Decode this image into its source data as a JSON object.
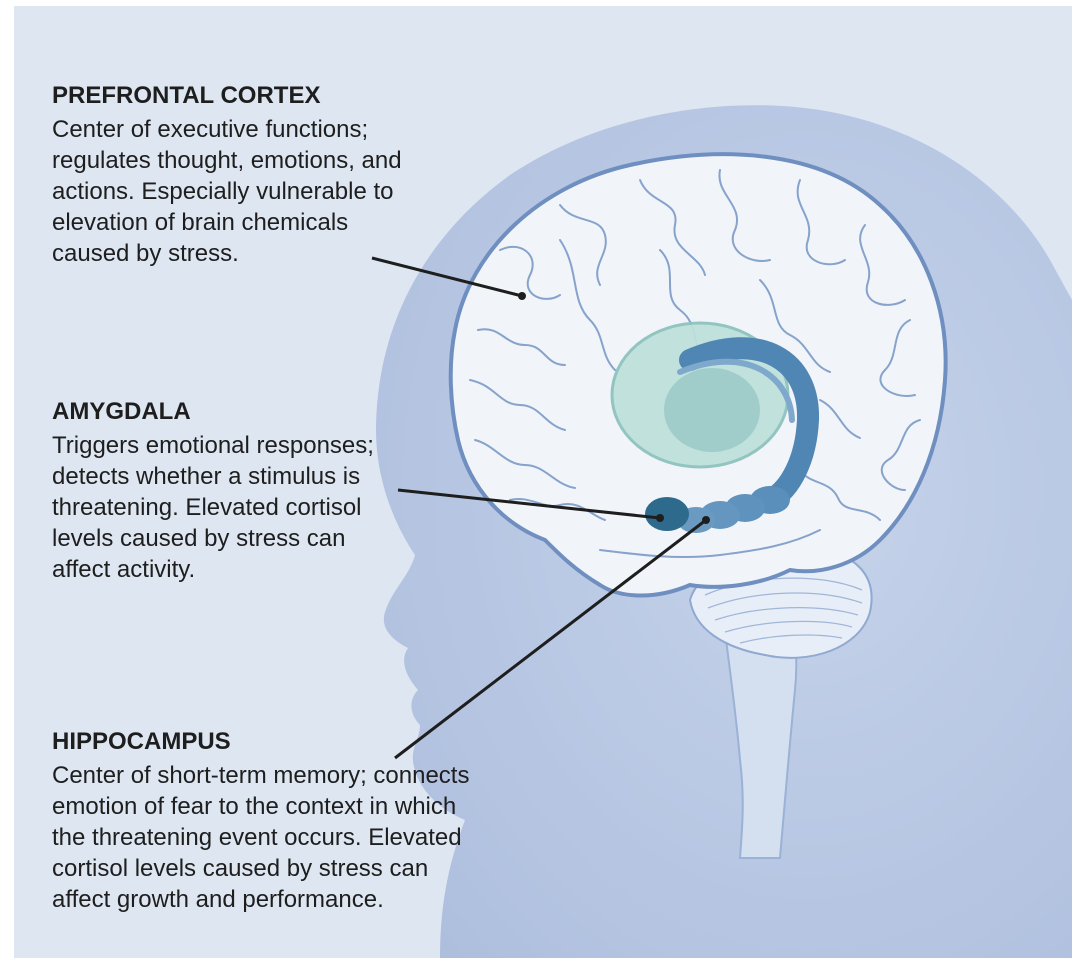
{
  "colors": {
    "background": "#dde6f1",
    "head_silhouette": "#b7c7e2",
    "brain_fill": "#f1f4f9",
    "brain_outline": "#6f8fc0",
    "limbic_ring": "#a9d3cf",
    "amygdala": "#2e6a8c",
    "hippocampus": "#4f86b3",
    "leader_line": "#1e1e1e",
    "text": "#1e1e1e"
  },
  "labels": {
    "prefrontal_cortex": {
      "title": "PREFRONTAL CORTEX",
      "body": "Center of executive functions;\nregulates thought, emotions, and\nactions. Especially vulnerable to\nelevation of brain chemicals\ncaused by stress."
    },
    "amygdala": {
      "title": "AMYGDALA",
      "body": "Triggers emotional responses;\ndetects whether a stimulus is\nthreatening. Elevated cortisol\nlevels caused by stress can\naffect activity."
    },
    "hippocampus": {
      "title": "HIPPOCAMPUS",
      "body": "Center of short-term memory; connects\nemotion of fear to the context in which\nthe threatening event occurs. Elevated\ncortisol levels caused by stress can\naffect growth and performance."
    }
  }
}
